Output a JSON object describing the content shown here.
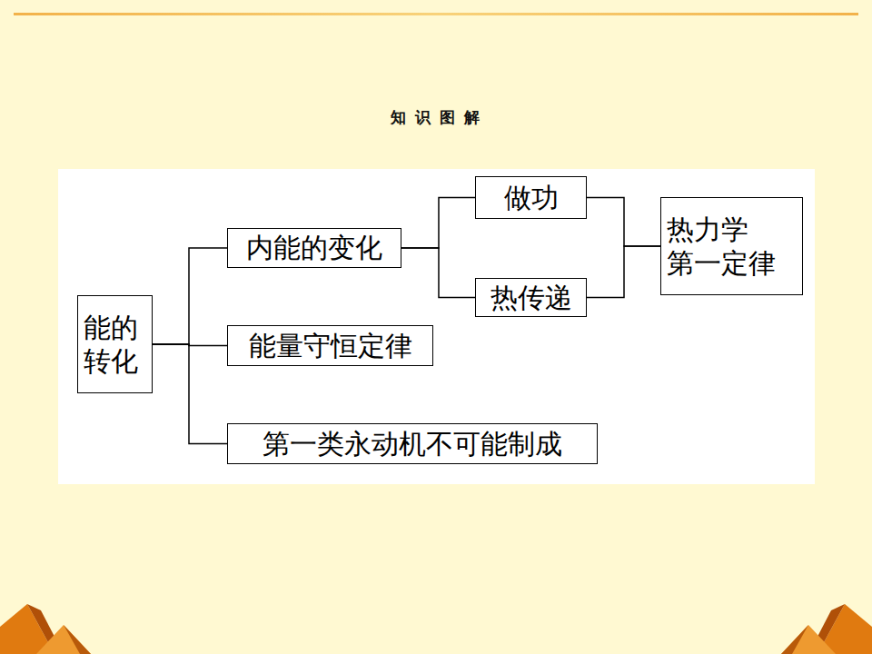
{
  "diagram": {
    "title": "知 识 图 解",
    "nodes": [
      {
        "text": [
          "能的 转化"
        ]
      },
      {
        "text": [
          "内能的变化"
        ]
      },
      {
        "text": [
          "做功"
        ]
      },
      {
        "text": [
          "热传递"
        ]
      },
      {
        "text": [
          "热力学 第一定律"
        ]
      },
      {
        "text": [
          "能量守恒定律"
        ]
      },
      {
        "text": [
          "第一类永动机不可能制成"
        ]
      }
    ],
    "edges": [
      {
        "from": 0,
        "to": 1,
        "arrow": "none"
      },
      {
        "from": 0,
        "to": 5,
        "arrow": "none"
      },
      {
        "from": 0,
        "to": 6,
        "arrow": "none"
      },
      {
        "from": 1,
        "to": 2,
        "arrow": "none"
      },
      {
        "from": 1,
        "to": 3,
        "arrow": "none"
      },
      {
        "from": 2,
        "to": 4,
        "arrow": "none"
      },
      {
        "from": 3,
        "to": 4,
        "arrow": "none"
      }
    ]
  }
}
